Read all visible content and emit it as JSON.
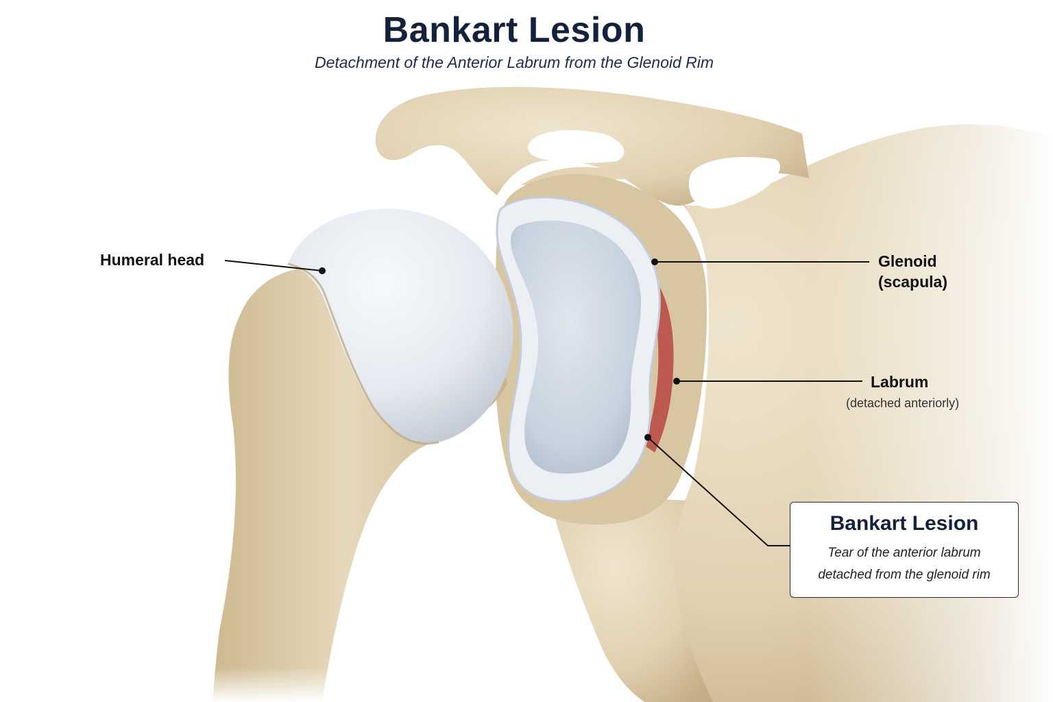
{
  "header": {
    "title": "Bankart Lesion",
    "subtitle": "Detachment of the Anterior Labrum from the Glenoid Rim"
  },
  "labels": {
    "humeral_head": "Humeral head",
    "glenoid_line1": "Glenoid",
    "glenoid_line2": "(scapula)",
    "labrum": "Labrum",
    "labrum_note": "(detached anteriorly)"
  },
  "callout": {
    "title": "Bankart Lesion",
    "desc_line1": "Tear of the anterior labrum",
    "desc_line2": "detached from the glenoid rim"
  },
  "colors": {
    "bone": "#e3d5b9",
    "bone_shade": "#c9b58f",
    "cartilage": "#eef1f5",
    "cartilage_shade": "#c9d2de",
    "tear": "#b9453f",
    "title": "#14213d"
  }
}
